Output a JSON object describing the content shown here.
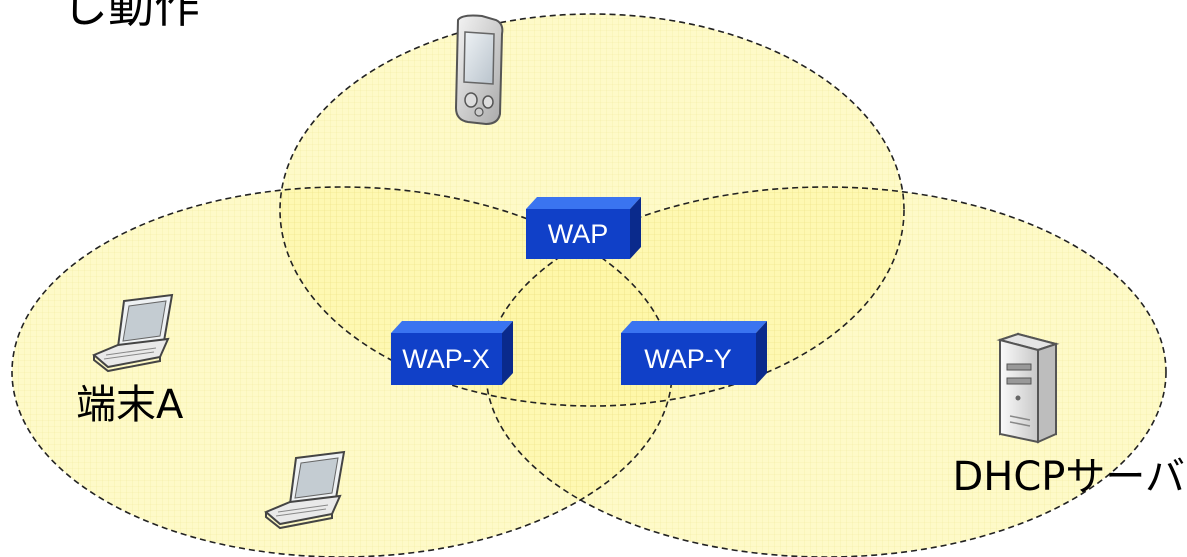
{
  "title_partial": "し動作",
  "colors": {
    "zone_fill": "#fdf6a4",
    "zone_stroke": "#222222",
    "box_front": "#1040c8",
    "box_top": "#3a74f0",
    "box_side": "#0a2a8c"
  },
  "access_points": [
    {
      "label": "WAP"
    },
    {
      "label": "WAP-X"
    },
    {
      "label": "WAP-Y"
    }
  ],
  "devices": [
    {
      "icon": "pda-icon"
    },
    {
      "icon": "laptop-icon",
      "label": "端末A"
    },
    {
      "icon": "laptop-icon"
    },
    {
      "icon": "server-icon",
      "label": "DHCPサーバ"
    }
  ]
}
